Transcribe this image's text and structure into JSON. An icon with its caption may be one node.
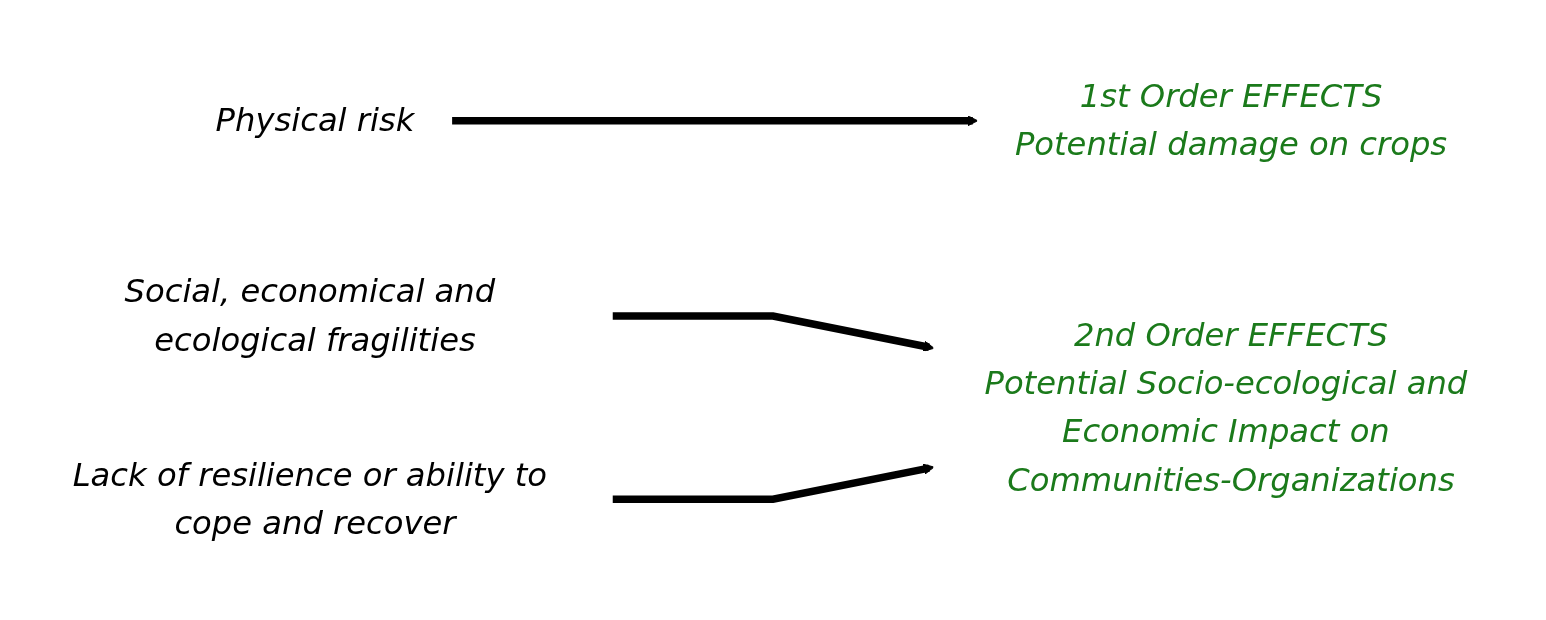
{
  "diagram": {
    "nodes": [
      {
        "text": [
          "Physical risk"
        ]
      },
      {
        "text": [
          "Social, economical and ecological fragilities"
        ]
      },
      {
        "text": [
          "Lack of resilience or ability to cope and recover"
        ]
      },
      {
        "text": [
          "1st Order EFFECTS",
          "Potential damage on crops"
        ]
      },
      {
        "text": [
          "2nd Order EFFECTS",
          "Potential Socio-ecological and Economic Impact on Communities-Organizations"
        ]
      }
    ],
    "edges": [
      {
        "from": 0,
        "to": 3,
        "arrow": "to"
      },
      {
        "from": 1,
        "to": 4,
        "arrow": "to"
      },
      {
        "from": 2,
        "to": 4,
        "arrow": "to"
      }
    ]
  }
}
